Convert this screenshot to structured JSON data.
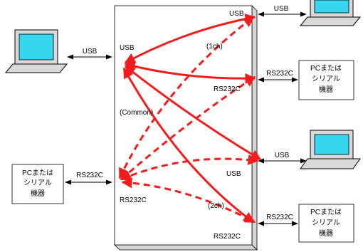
{
  "diagram": {
    "center_labels": {
      "usb_left": "USB",
      "common": "(Common)",
      "rs232c_left": "RS232C",
      "usb_top_right": "USB",
      "rs232c_upper_right": "RS232C",
      "usb_lower_right": "USB",
      "rs232c_bottom_right": "RS232C",
      "ch1": "(1ch)",
      "ch2": "(2ch)"
    },
    "link_labels": {
      "left_usb": "USB",
      "left_rs232c": "RS232C",
      "right_top_usb": "USB",
      "right_upper_rs232c": "RS232C",
      "right_lower_usb": "USB",
      "right_bottom_rs232c": "RS232C"
    },
    "device_boxes": {
      "left": [
        "PCまたは",
        "シリアル",
        "機器"
      ],
      "right_upper": [
        "PCまたは",
        "シリアル",
        "機器"
      ],
      "right_bottom": [
        "PCまたは",
        "シリアル",
        "機器"
      ]
    },
    "colors": {
      "arrow_red": "#f21c1c",
      "monitor_screen": "#35d6ee",
      "device_body": "#d9d9d9"
    }
  }
}
